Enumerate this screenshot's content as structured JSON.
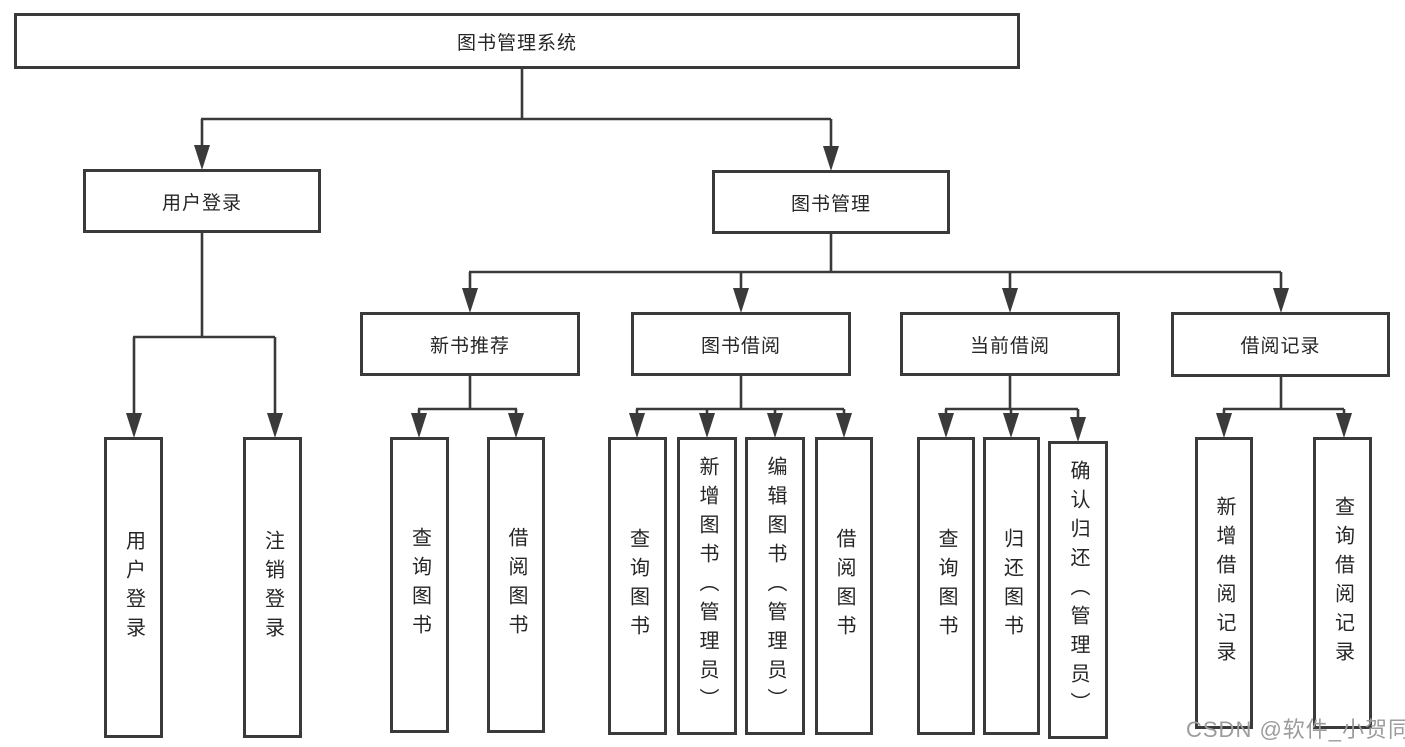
{
  "diagram_type": "hierarchy-tree",
  "colors": {
    "background": "#ffffff",
    "line": "#3a3a3a",
    "box_border": "#3a3a3a",
    "box_fill": "#ffffff",
    "text": "#262626",
    "watermark": "#9c9c9c"
  },
  "watermark": {
    "text": "CSDN @软件_小贺同学"
  },
  "tree": {
    "label": "图书管理系统",
    "children": [
      {
        "label": "用户登录",
        "children": [
          {
            "label": "用户登录"
          },
          {
            "label": "注销登录"
          }
        ]
      },
      {
        "label": "图书管理",
        "children": [
          {
            "label": "新书推荐",
            "children": [
              {
                "label": "查询图书"
              },
              {
                "label": "借阅图书"
              }
            ]
          },
          {
            "label": "图书借阅",
            "children": [
              {
                "label": "查询图书"
              },
              {
                "label": "新增图书（管理员）"
              },
              {
                "label": "编辑图书（管理员）"
              },
              {
                "label": "借阅图书"
              }
            ]
          },
          {
            "label": "当前借阅",
            "children": [
              {
                "label": "查询图书"
              },
              {
                "label": "归还图书"
              },
              {
                "label": "确认归还（管理员）"
              }
            ]
          },
          {
            "label": "借阅记录",
            "children": [
              {
                "label": "新增借阅记录"
              },
              {
                "label": "查询借阅记录"
              }
            ]
          }
        ]
      }
    ]
  }
}
